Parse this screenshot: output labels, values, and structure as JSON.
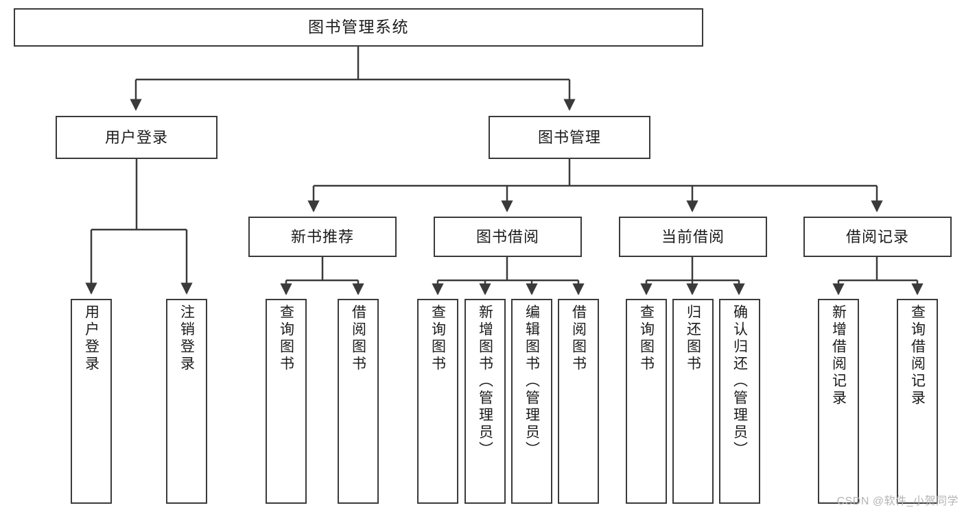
{
  "diagram": {
    "title": "图书管理系统",
    "type": "tree",
    "watermark": "CSDN @软件_小贺同学",
    "colors": {
      "stroke": "#3a3a3a",
      "fill": "#ffffff",
      "text": "#1b1b1b",
      "watermark": "#b4b4b4"
    },
    "nodes": {
      "root": {
        "label": "图书管理系统",
        "orientation": "horizontal"
      },
      "level2": [
        {
          "id": "user-login",
          "label": "用户登录",
          "orientation": "horizontal"
        },
        {
          "id": "book-manage",
          "label": "图书管理",
          "orientation": "horizontal"
        }
      ],
      "level3": [
        {
          "id": "new-book-recommend",
          "label": "新书推荐",
          "orientation": "horizontal"
        },
        {
          "id": "book-borrow",
          "label": "图书借阅",
          "orientation": "horizontal"
        },
        {
          "id": "current-borrow",
          "label": "当前借阅",
          "orientation": "horizontal"
        },
        {
          "id": "borrow-record",
          "label": "借阅记录",
          "orientation": "horizontal"
        }
      ],
      "leaves": [
        {
          "id": "leaf-user-login",
          "parent": "user-login",
          "label": "用户登录",
          "orientation": "vertical"
        },
        {
          "id": "leaf-logout",
          "parent": "user-login",
          "label": "注销登录",
          "orientation": "vertical"
        },
        {
          "id": "leaf-query-book-1",
          "parent": "new-book-recommend",
          "label": "查询图书",
          "orientation": "vertical"
        },
        {
          "id": "leaf-borrow-book-1",
          "parent": "new-book-recommend",
          "label": "借阅图书",
          "orientation": "vertical"
        },
        {
          "id": "leaf-query-book-2",
          "parent": "book-borrow",
          "label": "查询图书",
          "orientation": "vertical"
        },
        {
          "id": "leaf-add-book",
          "parent": "book-borrow",
          "label": "新增图书（管理员）",
          "orientation": "vertical"
        },
        {
          "id": "leaf-edit-book",
          "parent": "book-borrow",
          "label": "编辑图书（管理员）",
          "orientation": "vertical"
        },
        {
          "id": "leaf-borrow-book-2",
          "parent": "book-borrow",
          "label": "借阅图书",
          "orientation": "vertical"
        },
        {
          "id": "leaf-query-book-3",
          "parent": "current-borrow",
          "label": "查询图书",
          "orientation": "vertical"
        },
        {
          "id": "leaf-return-book",
          "parent": "current-borrow",
          "label": "归还图书",
          "orientation": "vertical"
        },
        {
          "id": "leaf-confirm-return",
          "parent": "current-borrow",
          "label": "确认归还（管理员）",
          "orientation": "vertical"
        },
        {
          "id": "leaf-add-record",
          "parent": "borrow-record",
          "label": "新增借阅记录",
          "orientation": "vertical"
        },
        {
          "id": "leaf-query-record",
          "parent": "borrow-record",
          "label": "查询借阅记录",
          "orientation": "vertical"
        }
      ]
    }
  }
}
